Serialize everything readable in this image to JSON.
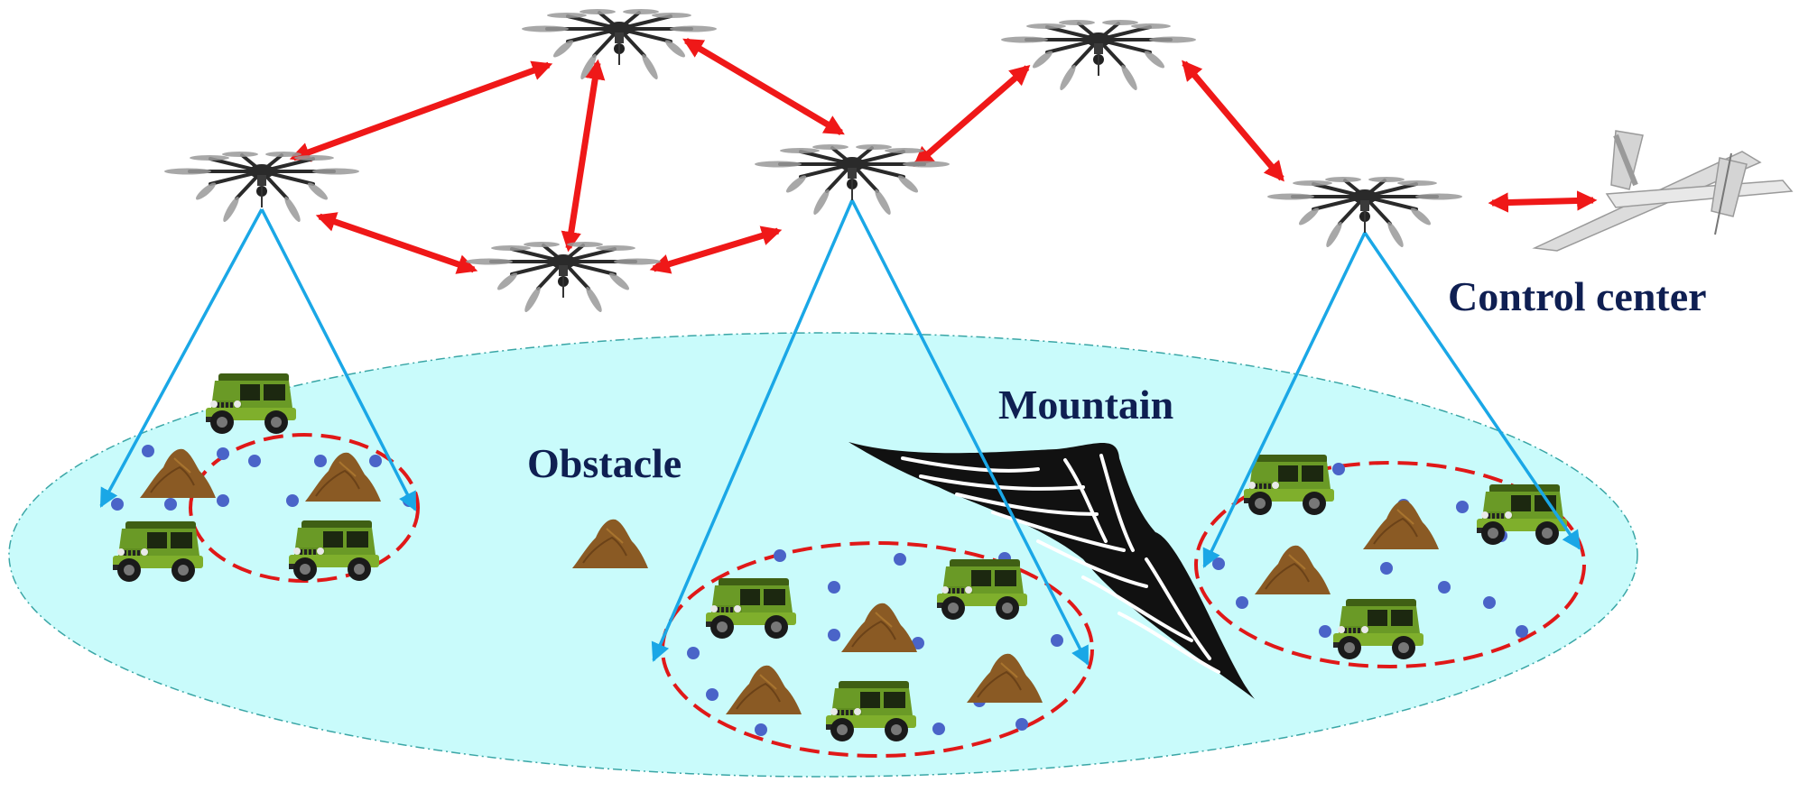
{
  "labels": {
    "control_center": "Control center",
    "mountain": "Mountain",
    "obstacle": "Obstacle"
  },
  "colors": {
    "ground_fill": "#c9fbfb",
    "ground_stroke": "#3aa6a6",
    "relay_link": "#ef1818",
    "sensing_link": "#1aa7e6",
    "cluster_boundary": "#e01818",
    "ground_node": "#4a64c8",
    "vehicle_body": "#6a9a26",
    "obstacle_fill": "#8a5a24",
    "label_text": "#0f1f52"
  },
  "icons": {
    "drone": "octocopter-icon",
    "aircraft": "fixed-wing-uav-icon",
    "vehicle": "jeep-icon",
    "obstacle": "dirt-mound-icon",
    "terrain": "mountain-icon"
  }
}
